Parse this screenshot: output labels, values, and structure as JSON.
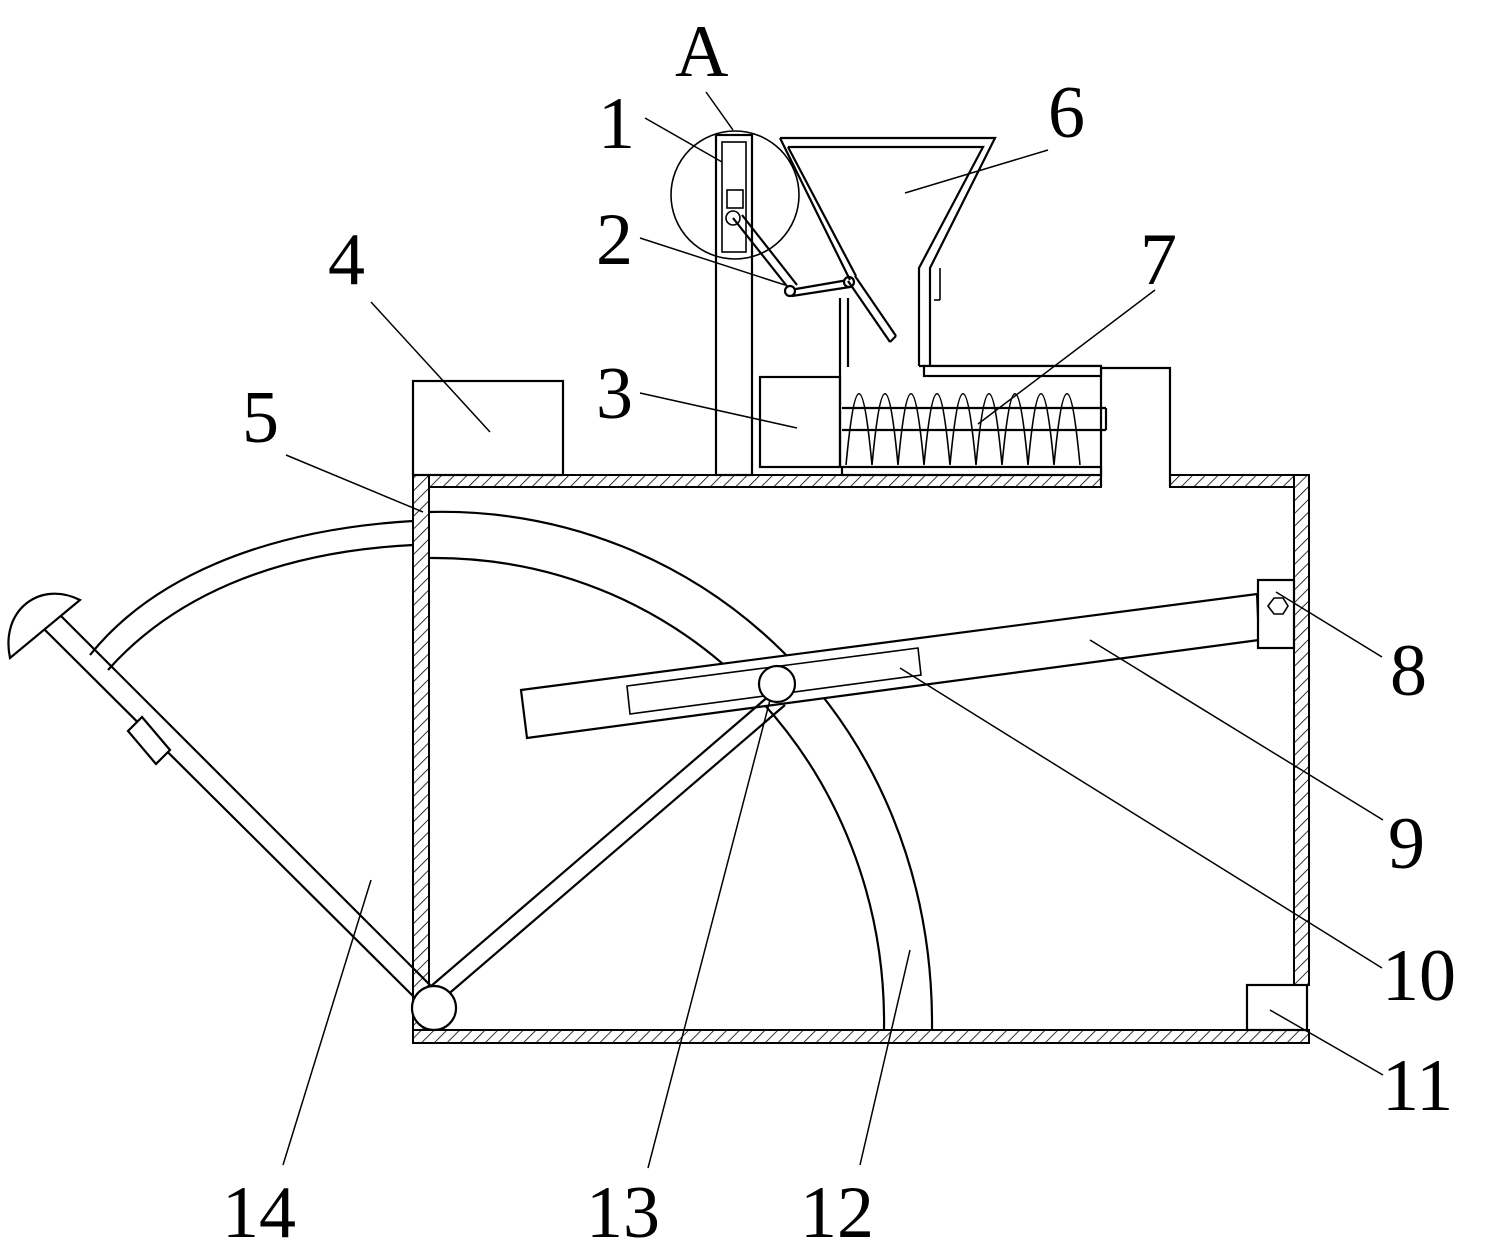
{
  "labels": {
    "A": "A",
    "n1": "1",
    "n2": "2",
    "n3": "3",
    "n4": "4",
    "n5": "5",
    "n6": "6",
    "n7": "7",
    "n8": "8",
    "n9": "9",
    "n10": "10",
    "n11": "11",
    "n12": "12",
    "n13": "13",
    "n14": "14"
  }
}
